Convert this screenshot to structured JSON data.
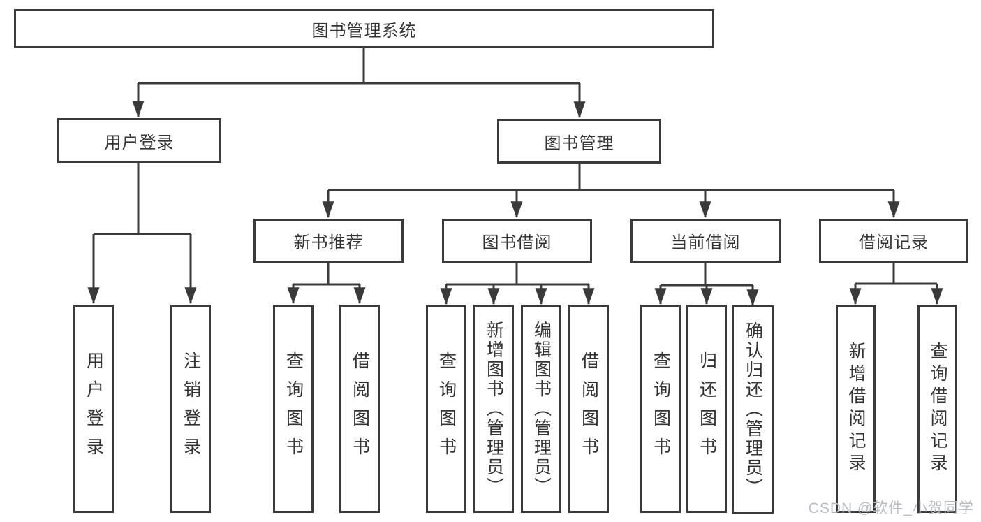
{
  "tree": {
    "label": "图书管理系统",
    "children": [
      {
        "label": "用户登录",
        "children": [
          {
            "label": "用户登录"
          },
          {
            "label": "注销登录"
          }
        ]
      },
      {
        "label": "图书管理",
        "children": [
          {
            "label": "新书推荐",
            "children": [
              {
                "label": "查询图书"
              },
              {
                "label": "借阅图书"
              }
            ]
          },
          {
            "label": "图书借阅",
            "children": [
              {
                "label": "查询图书"
              },
              {
                "label": "新增图书（管理员）"
              },
              {
                "label": "编辑图书（管理员）"
              },
              {
                "label": "借阅图书"
              }
            ]
          },
          {
            "label": "当前借阅",
            "children": [
              {
                "label": "查询图书"
              },
              {
                "label": "归还图书"
              },
              {
                "label": "确认归还（管理员）"
              }
            ]
          },
          {
            "label": "借阅记录",
            "children": [
              {
                "label": "新增借阅记录"
              },
              {
                "label": "查询借阅记录"
              }
            ]
          }
        ]
      }
    ]
  },
  "watermark": {
    "text": "CSDN @软件_小贺同学"
  },
  "colors": {
    "line": "#3a3a3a",
    "node_border": "#3a3a3a",
    "node_text": "#333333",
    "background": "#ffffff",
    "watermark": "#b9bdc3"
  }
}
